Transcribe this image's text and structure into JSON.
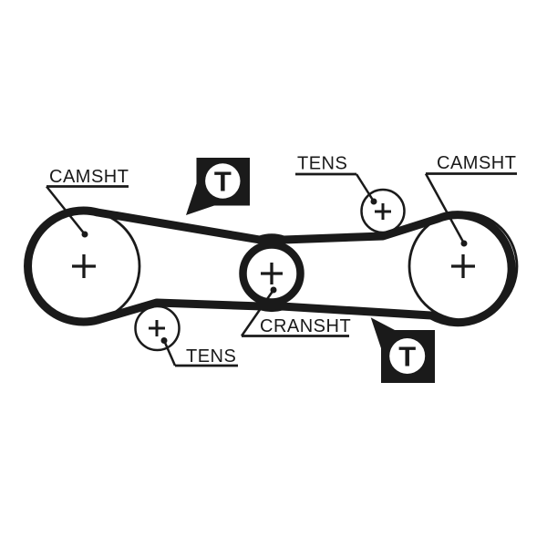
{
  "diagram": {
    "title_hint": "timing-belt-routing-diagram",
    "labels": {
      "camshaft_left": "CAMSHT",
      "camshaft_right": "CAMSHT",
      "tensioner_top": "TENS",
      "tensioner_bottom": "TENS",
      "crankshaft": "CRANSHT"
    },
    "timing_marks": {
      "top": "T",
      "bottom": "T"
    },
    "icons": {
      "timing_mark_badge": "black speech-bubble square with white circle and letter T",
      "pulley_center_mark": "plus cross",
      "leader_dot": "filled dot"
    },
    "colors": {
      "ink": "#1a1a1a",
      "background": "#ffffff"
    }
  }
}
